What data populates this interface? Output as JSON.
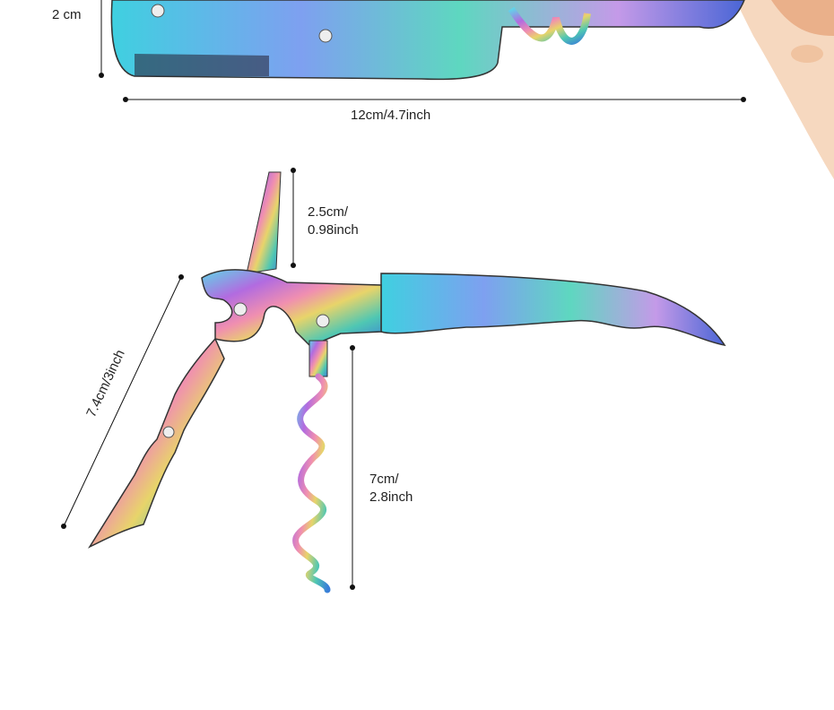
{
  "dimensions": {
    "height_top": "2 cm",
    "length": "12cm/4.7inch",
    "blade_line1": "2.5cm/",
    "blade_line2": "0.98inch",
    "lever": "7.4cm/3inch",
    "worm_line1": "7cm/",
    "worm_line2": "2.8inch"
  },
  "colors": {
    "line": "#111111",
    "background_blob": "#f3c9a6"
  }
}
